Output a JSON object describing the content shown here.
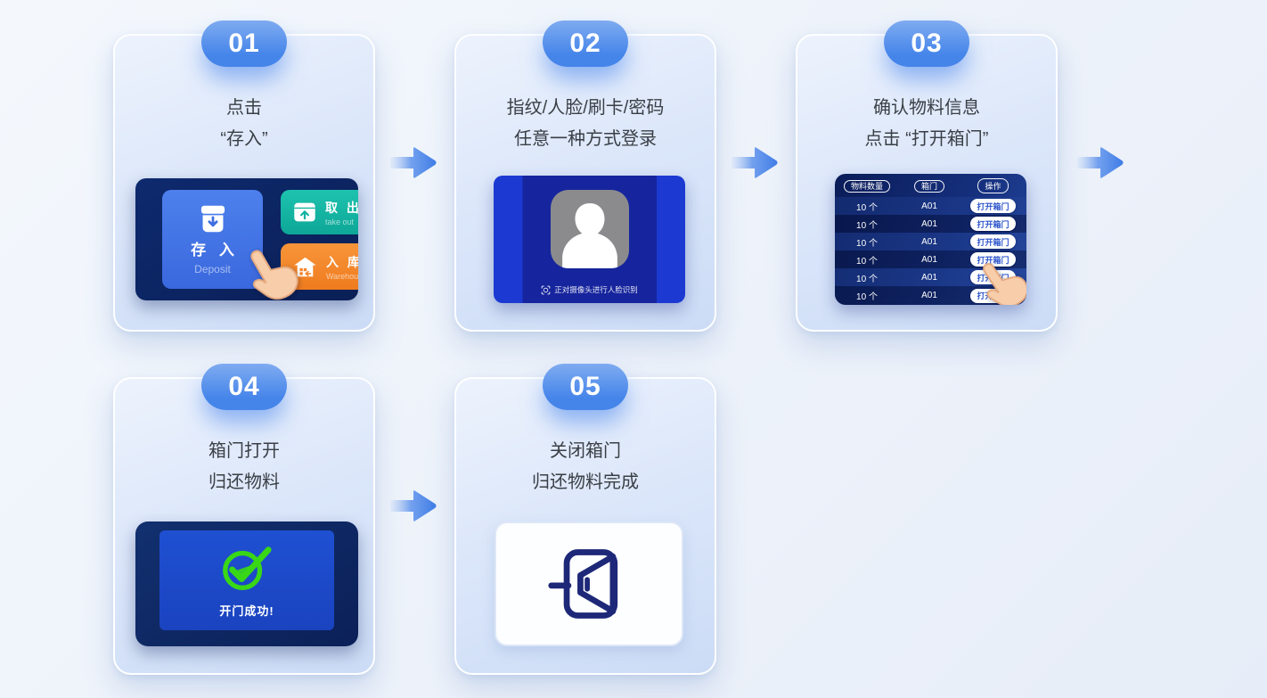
{
  "page": {
    "background": "#edf2fa"
  },
  "colors": {
    "card_bg_start": "#edf3fd",
    "card_bg_end": "#ccdcf6",
    "badge_blue_start": "#7fabf0",
    "badge_blue_end": "#4585ea",
    "arrow_blue": "#4080e7",
    "title_text": "#3a3f46",
    "screen_navy": "#0a1f56",
    "deposit_blue": "#3f70e4",
    "takeout_teal": "#14b7a5",
    "warehouse_orange": "#f5852b",
    "face_screen_side": "#1c3ad2",
    "face_screen_center": "#16259d",
    "table_navy_start": "#0a1c58",
    "table_navy_end": "#24479f",
    "success_screen_blue": "#1c48c8",
    "check_green": "#39d816",
    "door_icon_navy": "#1e2878"
  },
  "steps": [
    {
      "number": "01",
      "title_line1": "点击",
      "title_line2": "“存入”",
      "screen": {
        "deposit": "存 入",
        "deposit_sub": "Deposit",
        "takeout": "取 出",
        "takeout_sub": "take out",
        "warehouse": "入 库",
        "warehouse_sub": "Warehousing"
      }
    },
    {
      "number": "02",
      "title_line1": "指纹/人脸/刷卡/密码",
      "title_line2": "任意一种方式登录",
      "screen": {
        "hint": "正对摄像头进行人脸识别"
      }
    },
    {
      "number": "03",
      "title_line1": "确认物料信息",
      "title_line2": "点击 “打开箱门”",
      "table": {
        "headers": [
          "物料数量",
          "箱门",
          "操作"
        ],
        "rows": [
          {
            "qty": "10 个",
            "door": "A01",
            "action": "打开箱门"
          },
          {
            "qty": "10 个",
            "door": "A01",
            "action": "打开箱门"
          },
          {
            "qty": "10 个",
            "door": "A01",
            "action": "打开箱门"
          },
          {
            "qty": "10 个",
            "door": "A01",
            "action": "打开箱门"
          },
          {
            "qty": "10 个",
            "door": "A01",
            "action": "打开箱门"
          },
          {
            "qty": "10 个",
            "door": "A01",
            "action": "打开箱门"
          }
        ]
      }
    },
    {
      "number": "04",
      "title_line1": "箱门打开",
      "title_line2": "归还物料",
      "screen": {
        "success": "开门成功!"
      }
    },
    {
      "number": "05",
      "title_line1": "关闭箱门",
      "title_line2": "归还物料完成"
    }
  ]
}
